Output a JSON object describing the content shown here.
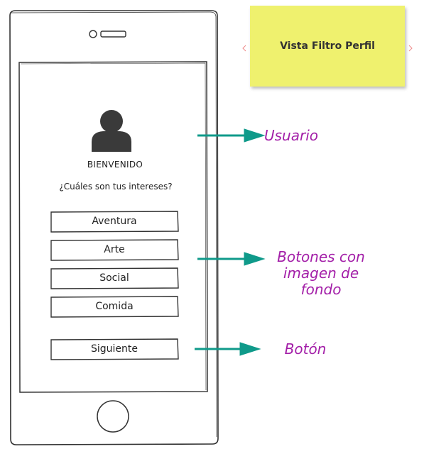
{
  "phone": {
    "heading": "BIENVENIDO",
    "question": "¿Cuáles son tus intereses?",
    "options": [
      "Aventura",
      "Arte",
      "Social",
      "Comida"
    ],
    "next_button": "Siguiente"
  },
  "sticky_note": {
    "title": "Vista Filtro Perfil",
    "color": "#eff16e"
  },
  "annotations": {
    "user": "Usuario",
    "buttons": [
      "Botones con",
      "imagen de",
      "fondo"
    ],
    "button": "Botón"
  },
  "colors": {
    "arrow": "#0f9a8a",
    "annotation_text": "#a31fa8",
    "sketch_line": "#333333"
  },
  "icons": {
    "avatar": "user-silhouette-icon"
  }
}
